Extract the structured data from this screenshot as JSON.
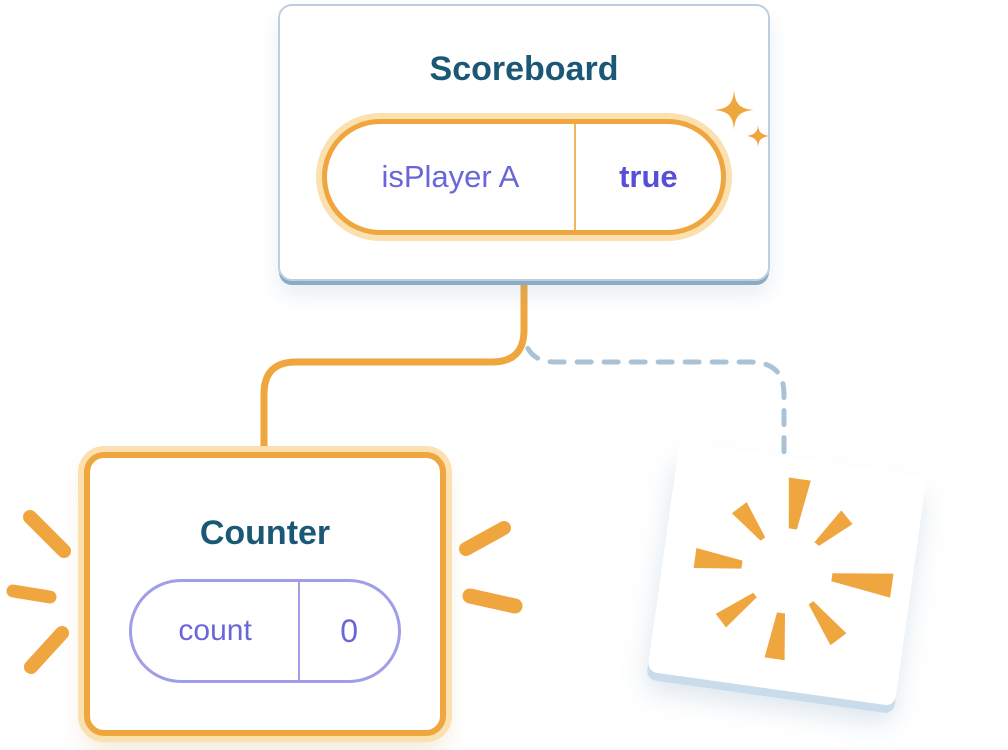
{
  "diagram": {
    "scoreboard": {
      "title": "Scoreboard",
      "state_pill": {
        "key": "isPlayer A",
        "value": "true"
      }
    },
    "counter": {
      "title": "Counter",
      "state_pill": {
        "key": "count",
        "value": "0"
      }
    }
  },
  "icons": {
    "sparkle_icon": "four-point-star",
    "poof_burst_icon": "starburst",
    "emphasis_burst_icon": "radiating-dashes"
  },
  "colors": {
    "background": "#ffffff",
    "highlight_orange": "#f0a63e",
    "highlight_orange_glow": "#fbe0b0",
    "card_border_blue": "#bccfe0",
    "card_edge_blue": "#8aabc4",
    "dashed_connector_blue": "#a9c2d6",
    "title_text": "#1b5876",
    "state_key_purple": "#6a66d9",
    "state_value_purple": "#574fd6",
    "pill_border_purple": "#a19ee8"
  }
}
